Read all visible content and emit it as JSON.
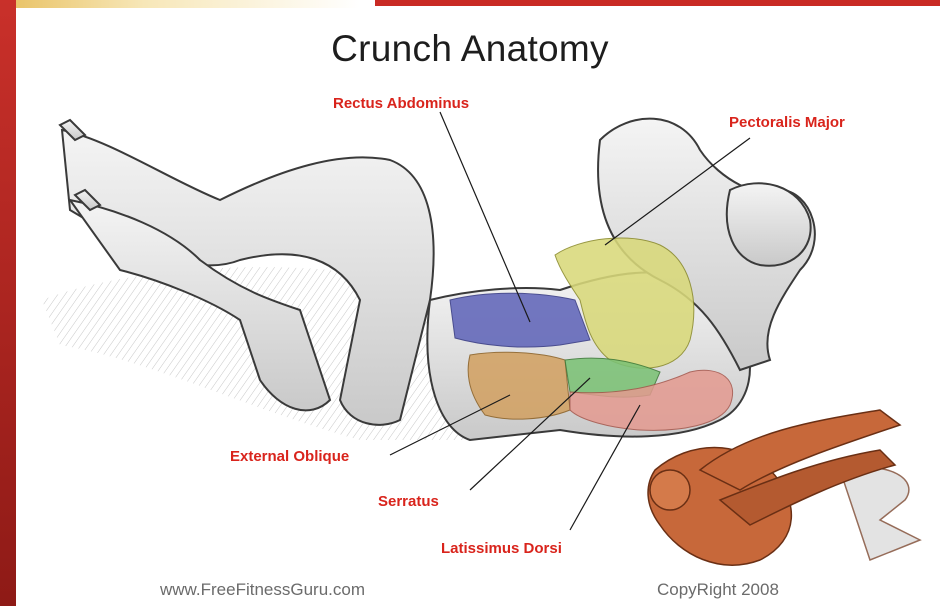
{
  "title": "Crunch Anatomy",
  "labels": {
    "rectus": "Rectus Abdominus",
    "pectoralis": "Pectoralis Major",
    "oblique": "External Oblique",
    "serratus": "Serratus",
    "latissimus": "Latissimus Dorsi"
  },
  "footer": {
    "website": "www.FreeFitnessGuru.com",
    "copyright": "CopyRight 2008"
  },
  "colors": {
    "accent": "#c92a24",
    "label": "#d9241c",
    "rectus_fill": "#5d62b8",
    "pectoralis_fill": "#d9d97a",
    "oblique_fill": "#d2a060",
    "serratus_fill": "#7cc276",
    "latissimus_fill": "#e49a90"
  }
}
